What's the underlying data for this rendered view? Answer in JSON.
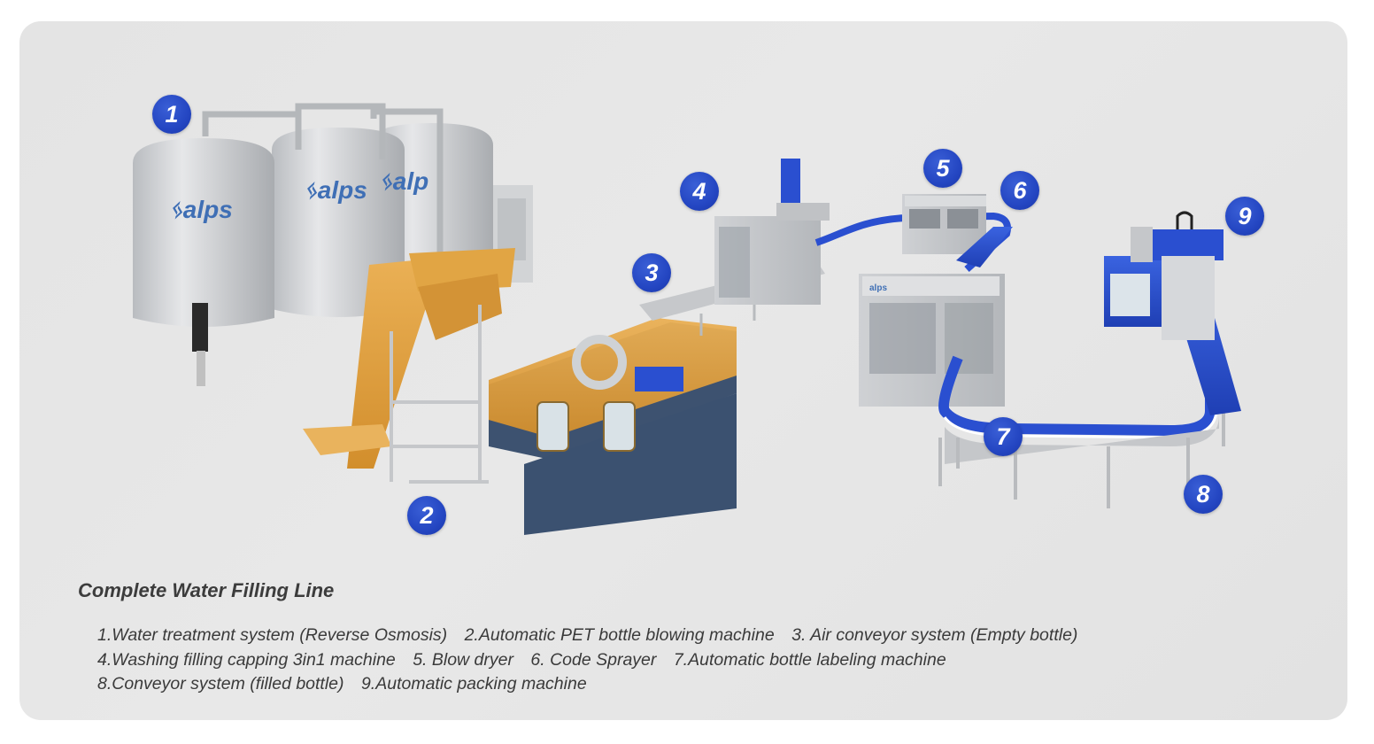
{
  "diagram": {
    "title": "Complete Water Filling Line",
    "brand": "alps",
    "colors": {
      "badge": "#2446c2",
      "conveyor_blue": "#2a4fd0",
      "stainless": "#c9cbce",
      "blower_orange": "#e0a23f",
      "blower_base": "#3d5270",
      "background": "#e5e5e5"
    },
    "badges": [
      {
        "num": "1",
        "label": "Water treatment system (Reverse Osmosis)"
      },
      {
        "num": "2",
        "label": "Automatic PET bottle blowing machine"
      },
      {
        "num": "3",
        "label": "Air conveyor system (Empty bottle)"
      },
      {
        "num": "4",
        "label": "Washing filling capping 3in1 machine"
      },
      {
        "num": "5",
        "label": "Blow dryer"
      },
      {
        "num": "6",
        "label": "Code Sprayer"
      },
      {
        "num": "7",
        "label": "Automatic bottle labeling machine"
      },
      {
        "num": "8",
        "label": "Conveyor system (filled bottle)"
      },
      {
        "num": "9",
        "label": "Automatic packing machine"
      }
    ],
    "legend_rows": [
      [
        "1.Water treatment system (Reverse Osmosis)",
        "2.Automatic PET bottle blowing machine",
        "3. Air conveyor system (Empty bottle)"
      ],
      [
        "4.Washing filling capping 3in1 machine",
        "5. Blow dryer",
        "6. Code Sprayer",
        "7.Automatic bottle labeling machine"
      ],
      [
        "8.Conveyor system (filled bottle)",
        "9.Automatic packing machine"
      ]
    ]
  }
}
